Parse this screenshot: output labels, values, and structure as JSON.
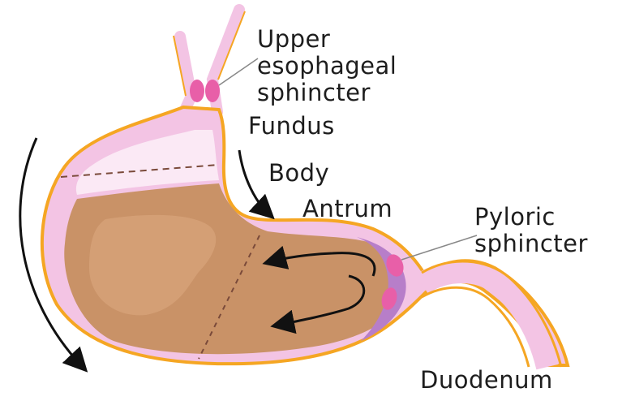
{
  "labels": {
    "upper_esophageal_sphincter": [
      "Upper",
      "esophageal",
      "sphincter"
    ],
    "fundus": "Fundus",
    "body": "Body",
    "antrum": "Antrum",
    "pyloric_sphincter": [
      "Pyloric",
      "sphincter"
    ],
    "duodenum": "Duodenum"
  },
  "colors": {
    "outline": "#f5a623",
    "wall": "#f3c4e4",
    "contents": "#c99267",
    "contents_shade": "#b98058",
    "antrum_shade": "#b77ec9",
    "sphincter": "#e85fa8",
    "arrow": "#111111",
    "dash": "#7a4a3a",
    "text": "#1d1d1d"
  }
}
